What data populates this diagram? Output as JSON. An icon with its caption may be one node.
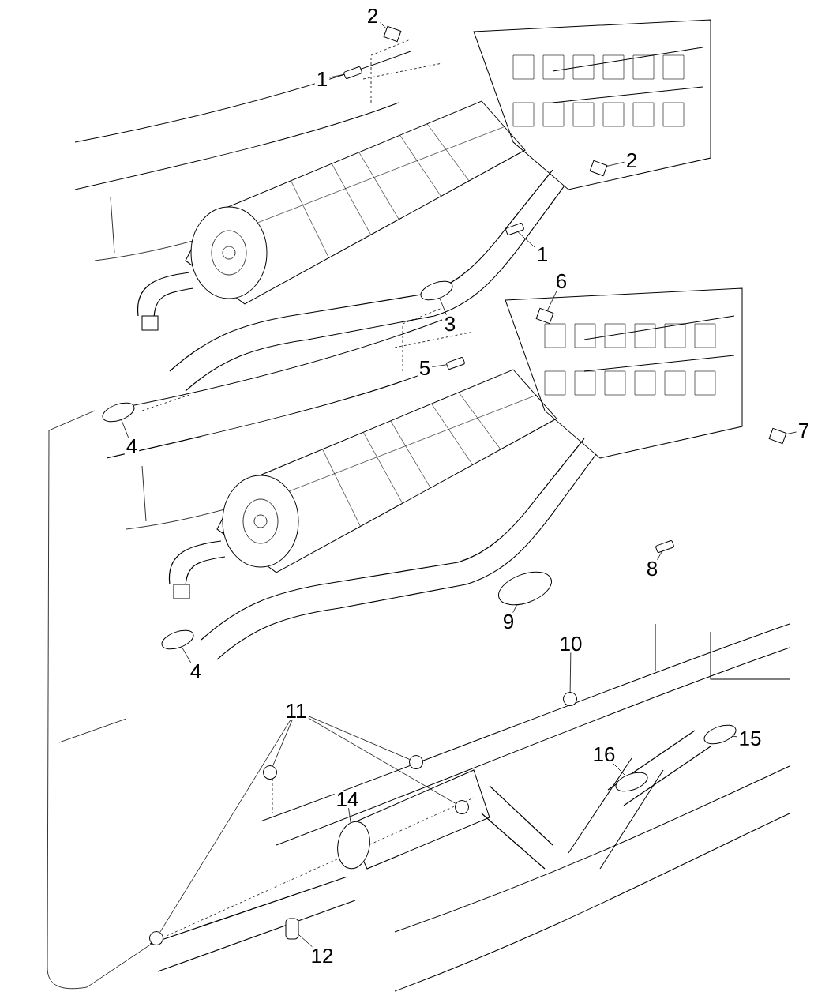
{
  "diagram": {
    "nodes": [
      {
        "text": [
          "1"
        ]
      },
      {
        "text": [],
        "shape": "bolt"
      },
      {
        "text": [
          "2"
        ]
      },
      {
        "text": [],
        "shape": "bracket"
      },
      {
        "text": [
          "2"
        ]
      },
      {
        "text": [],
        "shape": "bracket"
      },
      {
        "text": [
          "1"
        ]
      },
      {
        "text": [],
        "shape": "bolt"
      },
      {
        "text": [
          "3"
        ]
      },
      {
        "text": [],
        "shape": "pipe"
      },
      {
        "text": [
          "4"
        ]
      },
      {
        "text": [],
        "shape": "pipe"
      },
      {
        "text": [
          "5"
        ]
      },
      {
        "text": [],
        "shape": "bolt"
      },
      {
        "text": [
          "6"
        ]
      },
      {
        "text": [],
        "shape": "bracket"
      },
      {
        "text": [
          "7"
        ]
      },
      {
        "text": [],
        "shape": "bracket"
      },
      {
        "text": [
          "8"
        ]
      },
      {
        "text": [],
        "shape": "bolt"
      },
      {
        "text": [
          "9"
        ]
      },
      {
        "text": [],
        "shape": "converter"
      },
      {
        "text": [
          "4"
        ]
      },
      {
        "text": [],
        "shape": "pipe"
      },
      {
        "text": [
          "10"
        ]
      },
      {
        "text": [],
        "shape": "hanger"
      },
      {
        "text": [
          "11"
        ]
      },
      {
        "text": [],
        "shape": "hanger"
      },
      {
        "text": [],
        "shape": "hanger"
      },
      {
        "text": [],
        "shape": "hanger"
      },
      {
        "text": [],
        "shape": "hanger"
      },
      {
        "text": [
          "12"
        ]
      },
      {
        "text": [],
        "shape": "clamp"
      },
      {
        "text": [
          "14"
        ]
      },
      {
        "text": [],
        "shape": "muffler"
      },
      {
        "text": [
          "15"
        ]
      },
      {
        "text": [],
        "shape": "pipe"
      },
      {
        "text": [
          "16"
        ]
      },
      {
        "text": [],
        "shape": "pipe"
      }
    ],
    "edges": [
      {
        "from": 0,
        "to": 1,
        "arrow": "none"
      },
      {
        "from": 2,
        "to": 3,
        "arrow": "none"
      },
      {
        "from": 4,
        "to": 5,
        "arrow": "none"
      },
      {
        "from": 6,
        "to": 7,
        "arrow": "none"
      },
      {
        "from": 8,
        "to": 9,
        "arrow": "none"
      },
      {
        "from": 10,
        "to": 11,
        "arrow": "none"
      },
      {
        "from": 12,
        "to": 13,
        "arrow": "none"
      },
      {
        "from": 14,
        "to": 15,
        "arrow": "none"
      },
      {
        "from": 16,
        "to": 17,
        "arrow": "none"
      },
      {
        "from": 18,
        "to": 19,
        "arrow": "none"
      },
      {
        "from": 20,
        "to": 21,
        "arrow": "none"
      },
      {
        "from": 22,
        "to": 23,
        "arrow": "none"
      },
      {
        "from": 24,
        "to": 25,
        "arrow": "none"
      },
      {
        "from": 26,
        "to": 27,
        "arrow": "none"
      },
      {
        "from": 26,
        "to": 28,
        "arrow": "none"
      },
      {
        "from": 26,
        "to": 29,
        "arrow": "none"
      },
      {
        "from": 26,
        "to": 30,
        "arrow": "none"
      },
      {
        "from": 31,
        "to": 32,
        "arrow": "none"
      },
      {
        "from": 33,
        "to": 34,
        "arrow": "none"
      },
      {
        "from": 35,
        "to": 36,
        "arrow": "none"
      },
      {
        "from": 37,
        "to": 38,
        "arrow": "none"
      }
    ]
  }
}
